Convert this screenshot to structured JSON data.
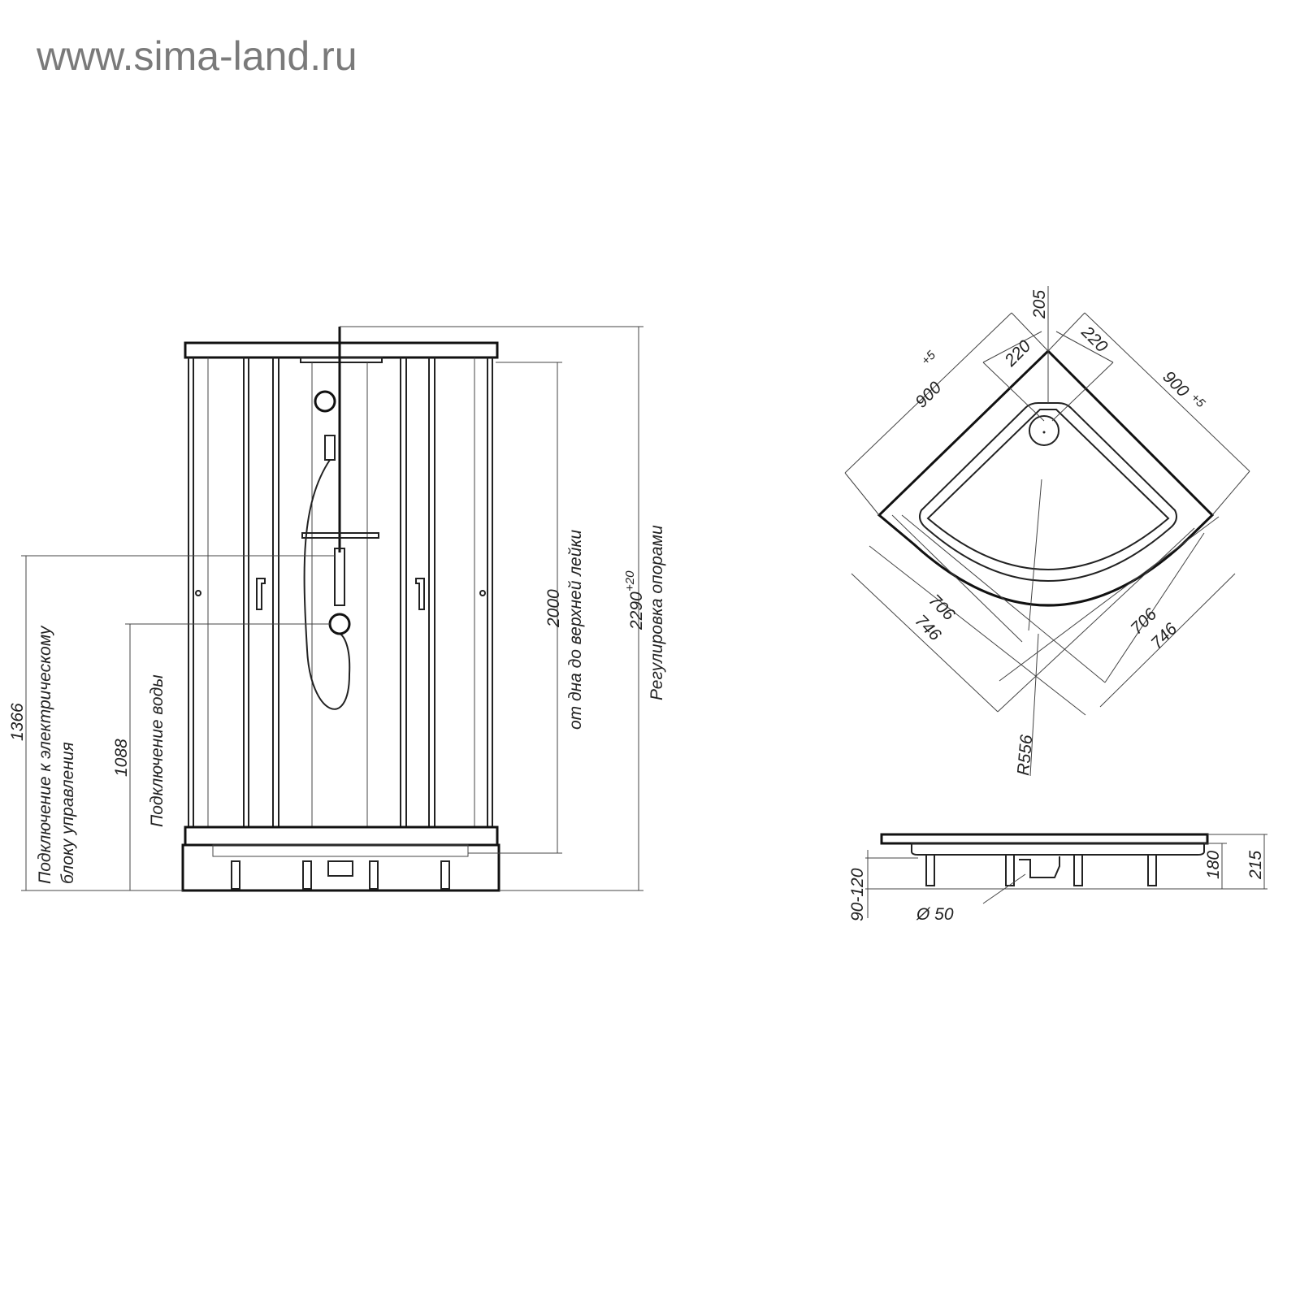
{
  "header": {
    "site_url": "www.sima-land.ru"
  },
  "front_view": {
    "dim_total_height": "2290",
    "dim_total_height_tol": "+20",
    "dim_total_height_note": "Регулировка опорами",
    "dim_head_height": "2000",
    "dim_head_height_note": "от дна до верхней лейки",
    "dim_electric": "1366",
    "dim_electric_note_1": "Подключение к электрическому",
    "dim_electric_note_2": "блоку управления",
    "dim_water": "1088",
    "dim_water_note": "Подключение воды"
  },
  "top_view": {
    "dim_side_left": "900",
    "dim_side_left_tol": "+5",
    "dim_side_right": "900",
    "dim_side_right_tol": "+5",
    "dim_drain_left": "220",
    "dim_drain_right": "220",
    "dim_drain_depth": "205",
    "dim_inner_left": "706",
    "dim_outer_left": "746",
    "dim_inner_right": "706",
    "dim_outer_right": "746",
    "dim_radius": "R556"
  },
  "side_view": {
    "dim_legs": "90-120",
    "dim_tray": "180",
    "dim_total": "215",
    "dim_drain": "Ø 50"
  }
}
